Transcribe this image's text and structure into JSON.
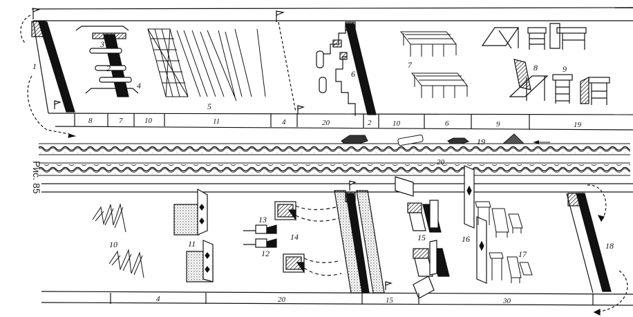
{
  "caption": "Рис. 85",
  "top_strip": {
    "item_labels": [
      "1",
      "2",
      "3",
      "4",
      "5",
      "6",
      "7",
      "8",
      "9"
    ],
    "scale_labels": [
      "8",
      "7",
      "10",
      "11",
      "4",
      "20",
      "2",
      "10",
      "6",
      "9",
      "19"
    ]
  },
  "mid_strip": {
    "item_labels": [
      "19"
    ],
    "scale_labels": [
      "20"
    ]
  },
  "bottom_strip": {
    "item_labels": [
      "10",
      "11",
      "12",
      "13",
      "14",
      "15",
      "16",
      "17",
      "18"
    ],
    "scale_labels": [
      "4",
      "20",
      "15",
      "30"
    ]
  }
}
